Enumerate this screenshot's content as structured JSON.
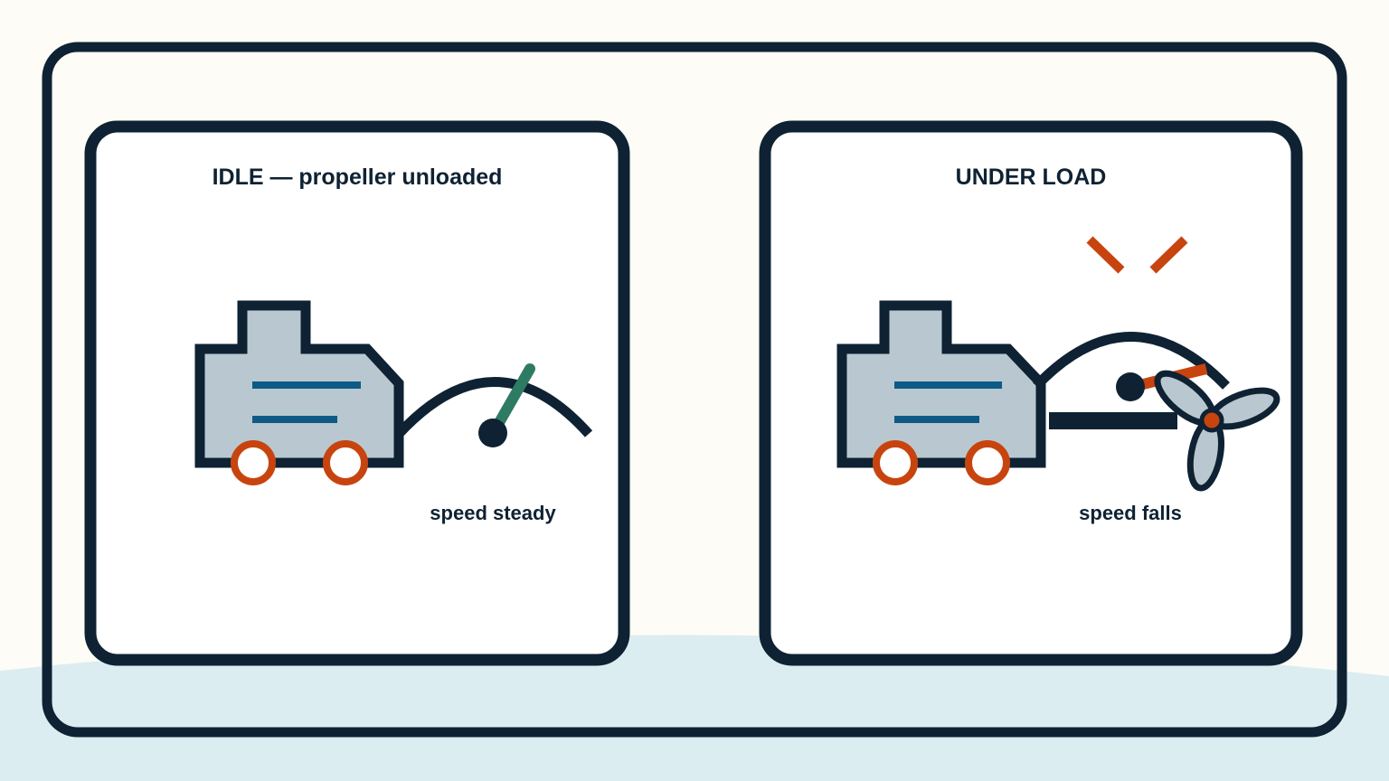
{
  "colors": {
    "background": "#fdfcf6",
    "water": "#dcedf1",
    "ink": "#0e2233",
    "panel": "#ffffff",
    "motor_body": "#b9c8d0",
    "motor_lines": "#0e5a86",
    "wheel": "#c8440f",
    "needle_steady": "#2e7b64",
    "needle_falling": "#c8440f",
    "strain_marks": "#c8440f"
  },
  "panels": [
    {
      "id": "idle",
      "title": "IDLE — propeller unloaded",
      "caption": "speed steady",
      "gauge_state": "steady",
      "propeller": false
    },
    {
      "id": "load",
      "title": "UNDER LOAD",
      "caption": "speed falls",
      "gauge_state": "falling",
      "propeller": true,
      "strain_marks": true
    }
  ]
}
